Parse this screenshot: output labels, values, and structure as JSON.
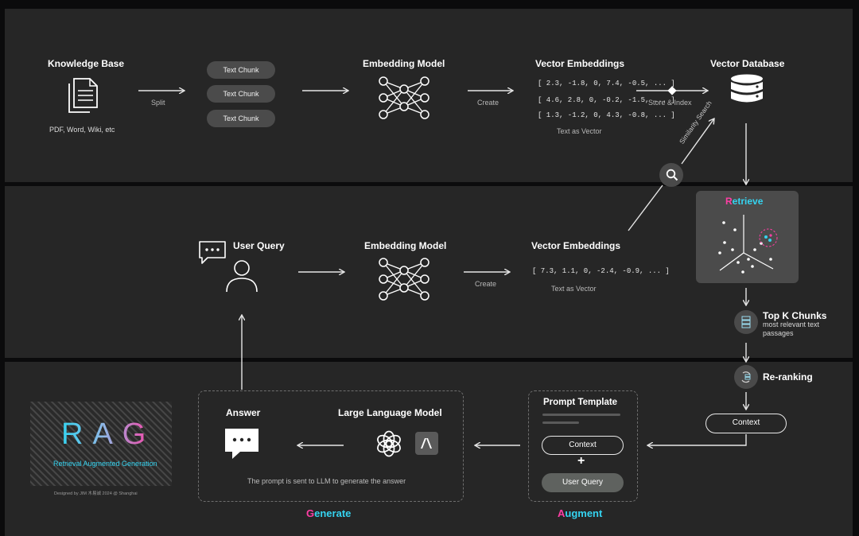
{
  "ingest": {
    "knowledge_base": "Knowledge Base",
    "formats": "PDF, Word, Wiki, etc",
    "split": "Split",
    "chunks": [
      "Text Chunk",
      "Text Chunk",
      "Text Chunk"
    ],
    "embedding_model": "Embedding Model",
    "create": "Create",
    "vector_embeddings": "Vector Embeddings",
    "vectors": [
      "[ 2.3, -1.8, 0, 7.4, -0.5, ... ]",
      "[ 4.6, 2.8, 0, -0.2, -1.5, ... ]",
      "[ 1.3, -1.2, 0, 4.3, -0.8, ... ]"
    ],
    "text_as_vector": "Text as Vector",
    "store_index": "Store & Index",
    "vector_database": "Vector Database"
  },
  "query": {
    "user_query": "User Query",
    "embedding_model": "Embedding Model",
    "create": "Create",
    "vector_embeddings": "Vector Embeddings",
    "vector": "[ 7.3, 1.1, 0, -2.4, -0.9, ... ]",
    "text_as_vector": "Text as Vector",
    "similarity_search": "Similarity Search"
  },
  "retrieve": {
    "title_first": "R",
    "title_rest": "etrieve",
    "top_k": "Top K Chunks",
    "top_k_sub": [
      "most relevant text",
      "passages"
    ],
    "reranking": "Re-ranking",
    "context": "Context"
  },
  "augment": {
    "prompt_template": "Prompt Template",
    "context": "Context",
    "plus": "+",
    "user_query": "User Query",
    "label_first": "A",
    "label_rest": "ugment"
  },
  "generate": {
    "answer": "Answer",
    "llm": "Large Language Model",
    "note": "The prompt is sent to LLM to generate the answer",
    "label_first": "G",
    "label_rest": "enerate"
  },
  "branding": {
    "logo": "RAG",
    "subtitle": "Retrieval Augmented Generation",
    "credit": "Designed by JIM 木易诚   2024 @ Shanghai"
  },
  "colors": {
    "accent_pink": "#ff3ea5",
    "accent_cyan": "#35d3f0",
    "band": "#262626",
    "background": "#0b0b0c"
  }
}
